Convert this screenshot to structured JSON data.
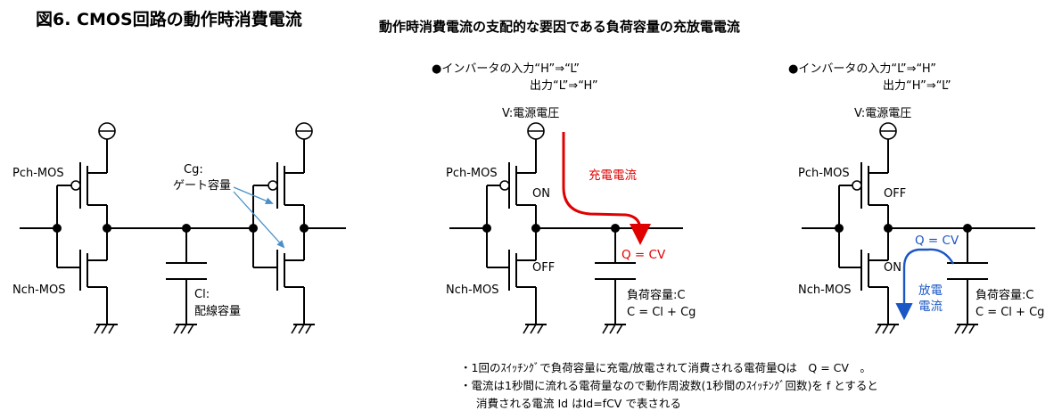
{
  "title": "図6. CMOS回路の動作時消費電流",
  "subtitle": "動作時消費電流の支配的な要因である負荷容量の充放電電流",
  "left_circuit": {
    "pch_label": "Pch-MOS",
    "nch_label": "Nch-MOS",
    "cg_label_1": "Cg:",
    "cg_label_2": "ゲート容量",
    "cl_label_1": "Cl:",
    "cl_label_2": "配線容量"
  },
  "middle_circuit": {
    "heading_1": "●インバータの入力“H”⇒“L”",
    "heading_2": "出力“L”⇒“H”",
    "vsupply_label": "V:電源電圧",
    "pch_label": "Pch-MOS",
    "nch_label": "Nch-MOS",
    "pch_state": "ON",
    "nch_state": "OFF",
    "current_label": "充電電流",
    "charge_label": "Q = CV",
    "load_label": "負荷容量:C",
    "load_formula": "C = Cl + Cg"
  },
  "right_circuit": {
    "heading_1": "●インバータの入力“L”⇒“H”",
    "heading_2": "出力“H”⇒“L”",
    "vsupply_label": "V:電源電圧",
    "pch_label": "Pch-MOS",
    "nch_label": "Nch-MOS",
    "pch_state": "OFF",
    "nch_state": "ON",
    "charge_label": "Q = CV",
    "current_label_1": "放電",
    "current_label_2": "電流",
    "load_label": "負荷容量:C",
    "load_formula": "C = Cl + Cg"
  },
  "notes": [
    "・1回のｽｲｯﾁﾝｸﾞで負荷容量に充電/放電されて消費される電荷量Qは　Q = CV　。",
    "・電流は1秒間に流れる電荷量なので動作周波数(1秒間のｽｲｯﾁﾝｸﾞ回数)を f とすると",
    "消費される電流 Id はId=fCV で表される"
  ],
  "colors": {
    "charge": "#e00000",
    "discharge": "#1a56c4",
    "cg_arrow": "#4a90c8"
  }
}
